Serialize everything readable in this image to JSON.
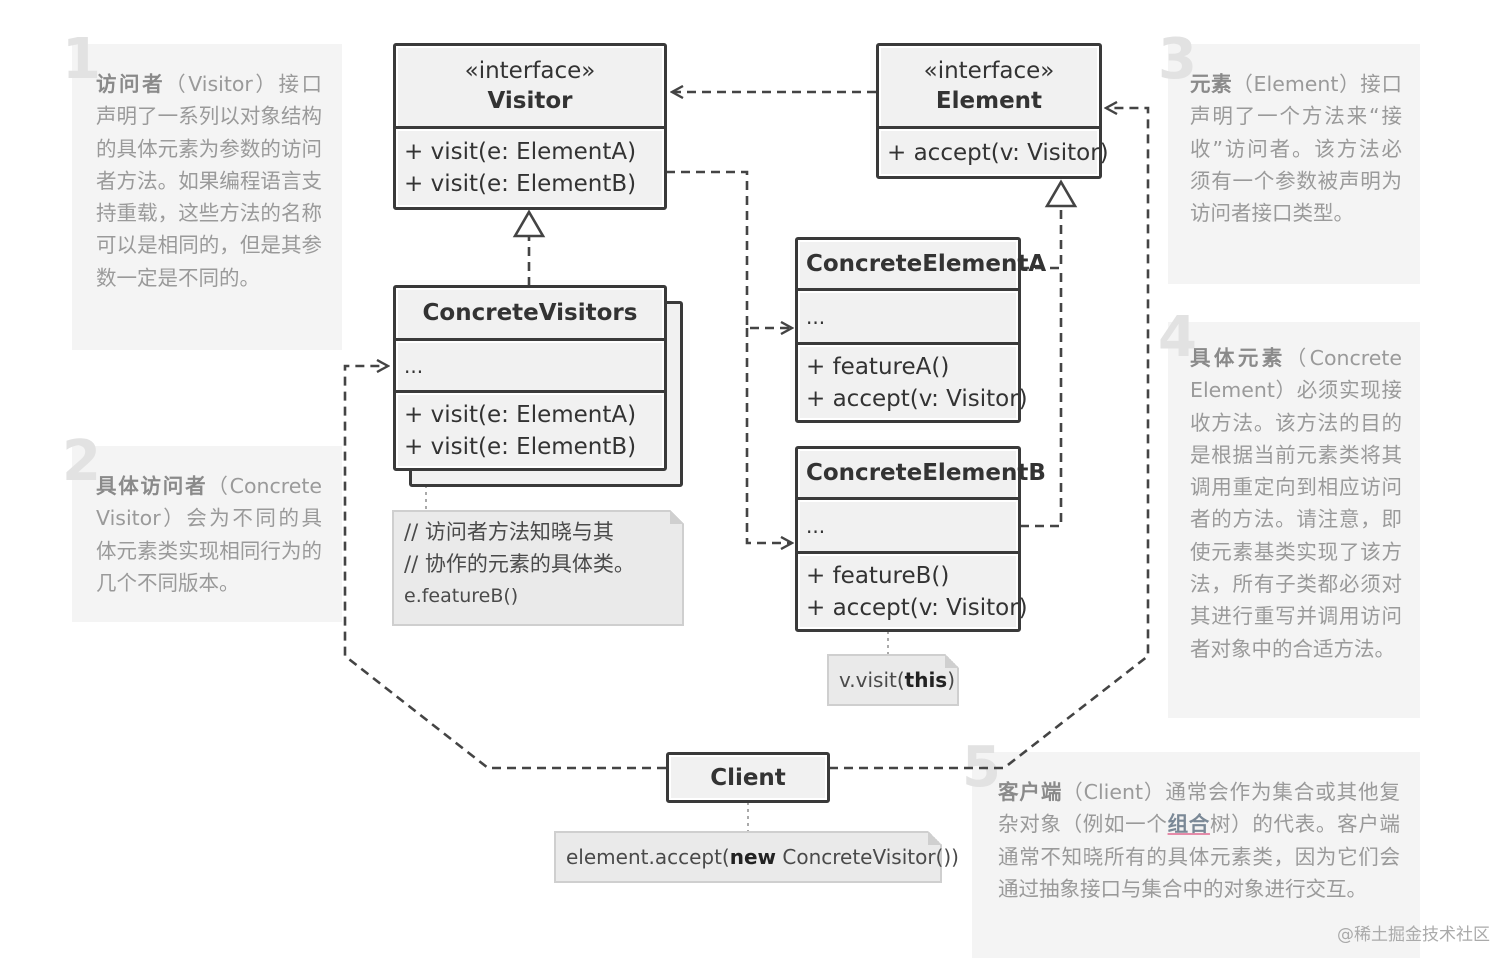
{
  "notes": [
    {
      "number": "1",
      "term": "访问者",
      "body": "（Visitor）接口声明了一系列以对象结构的具体元素为参数的访问者方法。如果编程语言支持重载，这些方法的名称可以是相同的，但是其参数一定是不同的。"
    },
    {
      "number": "2",
      "term": "具体访问者",
      "body": "（Concrete Visitor）会为不同的具体元素类实现相同行为的几个不同版本。"
    },
    {
      "number": "3",
      "term": "元素",
      "body": "（Element）接口声明了一个方法来“接收”访问者。该方法必须有一个参数被声明为访问者接口类型。"
    },
    {
      "number": "4",
      "term": "具体元素",
      "body": "（Concrete Element）必须实现接收方法。该方法的目的是根据当前元素类将其调用重定向到相应访问者的方法。请注意，即使元素基类实现了该方法，所有子类都必须对其进行重写并调用访问者对象中的合适方法。"
    },
    {
      "number": "5",
      "term": "客户端",
      "body_pre": "（Client）通常会作为集合或其他复杂对象（例如一个",
      "body_link": "组合",
      "body_post": "树）的代表。客户端通常不知晓所有的具体元素类，因为它们会通过抽象接口与集合中的对象进行交互。"
    }
  ],
  "classes": {
    "visitor": {
      "stereotype": "«interface»",
      "name": "Visitor",
      "members": [
        "+ visit(e: ElementA)",
        "+ visit(e: ElementB)"
      ]
    },
    "element": {
      "stereotype": "«interface»",
      "name": "Element",
      "members": [
        "+ accept(v: Visitor)"
      ]
    },
    "concrete_visitors": {
      "name": "ConcreteVisitors",
      "fields": "...",
      "members": [
        "+ visit(e: ElementA)",
        "+ visit(e: ElementB)"
      ]
    },
    "concrete_element_a": {
      "name": "ConcreteElementA",
      "fields": "...",
      "members": [
        "+ featureA()",
        "+ accept(v: Visitor)"
      ]
    },
    "concrete_element_b": {
      "name": "ConcreteElementB",
      "fields": "...",
      "members": [
        "+ featureB()",
        "+ accept(v: Visitor)"
      ]
    },
    "client": {
      "name": "Client"
    }
  },
  "code_notes": {
    "visitor_code": [
      "// 访问者方法知晓与其",
      "// 协作的元素的具体类。",
      "e.featureB()"
    ],
    "element_code": {
      "pre": "v.visit(",
      "kw": "this",
      "post": ")"
    },
    "client_code": {
      "pre": "element.accept(",
      "kw": "new",
      "post": " ConcreteVisitor())"
    }
  },
  "watermark": "@稀土掘金技术社区",
  "colors": {
    "box_fill": "#f1f1f1",
    "box_border": "#3a3a3a",
    "note_fill": "#f4f4f4",
    "note_text": "#9a9a9a",
    "connector": "#444444"
  }
}
